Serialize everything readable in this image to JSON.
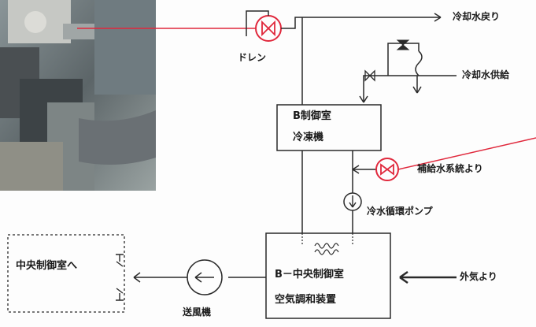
{
  "labels": {
    "cooling_water_return": "冷却水戻り",
    "cooling_water_supply": "冷却水供給",
    "drain": "ドレン",
    "b_control_room": "B制御室",
    "chiller": "冷凍機",
    "makeup_water": "補給水系統より",
    "chilled_water_pump": "冷水循環ポンプ",
    "central_control_room_to": "中央制御室へ",
    "b_central_control_room": "B－中央制御室",
    "air_conditioning_unit": "空気調和装置",
    "outside_air": "外気より",
    "blower": "送風機"
  },
  "colors": {
    "line": "#2a2a2a",
    "highlight": "#e0283c"
  },
  "icons": {
    "valve": "bowtie-valve-icon",
    "pump": "pump-icon",
    "fan": "fan-icon",
    "damper": "damper-icon",
    "coil": "coil-icon"
  }
}
